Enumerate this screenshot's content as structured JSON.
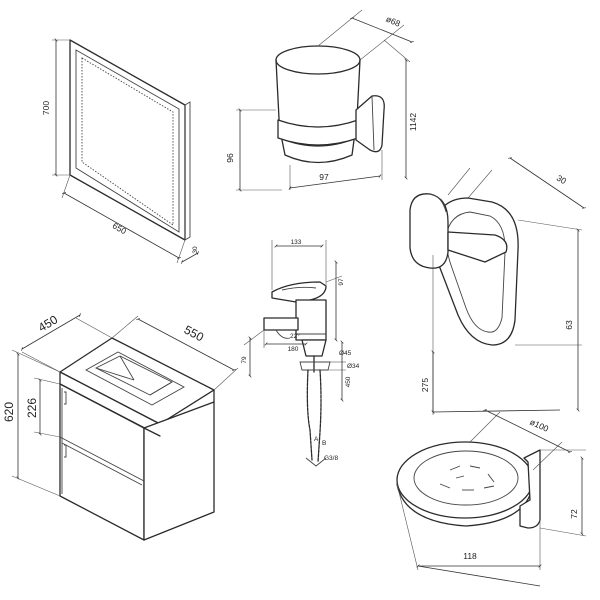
{
  "colors": {
    "line": "#2b2b2b",
    "background": "#ffffff"
  },
  "mirror": {
    "height": "700",
    "width": "650",
    "depth": "30"
  },
  "cabinet": {
    "depth": "450",
    "width": "550",
    "height": "620",
    "drawer_height": "226"
  },
  "glass_holder": {
    "diameter": "ø68",
    "height": "96",
    "projection": "97",
    "mount_height": "1142"
  },
  "faucet": {
    "height": "133",
    "spout": "97",
    "depth": "180",
    "spout_angle": "22°",
    "base": "79",
    "hole": "Ø45",
    "hole2": "Ø34",
    "hose": "450",
    "thread": "G3/8",
    "label_a": "A",
    "label_b": "B"
  },
  "towel_holder": {
    "projection": "30",
    "height": "63",
    "width": "275"
  },
  "soap_dish": {
    "diameter": "ø100",
    "height": "72",
    "width": "118"
  }
}
